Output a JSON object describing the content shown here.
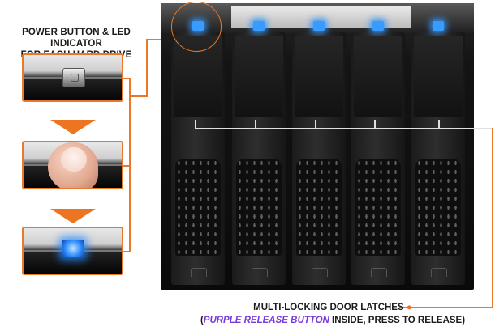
{
  "captions": {
    "top_line1": "POWER BUTTON & LED INDICATOR",
    "top_line2": "FOR EACH HARD DRIVE",
    "bottom_line1": "MULTI-LOCKING DOOR LATCHES",
    "bottom_open_paren": "(",
    "bottom_highlight": "PURPLE RELEASE BUTTON",
    "bottom_rest": " INSIDE, PRESS TO RELEASE)"
  },
  "colors": {
    "accent_orange": "#ed7420",
    "highlight_purple": "#7a3bd9",
    "led_blue": "#3a9bff"
  },
  "icons": {
    "step_arrow": "down-triangle-arrow",
    "bullet": "orange-dot"
  }
}
